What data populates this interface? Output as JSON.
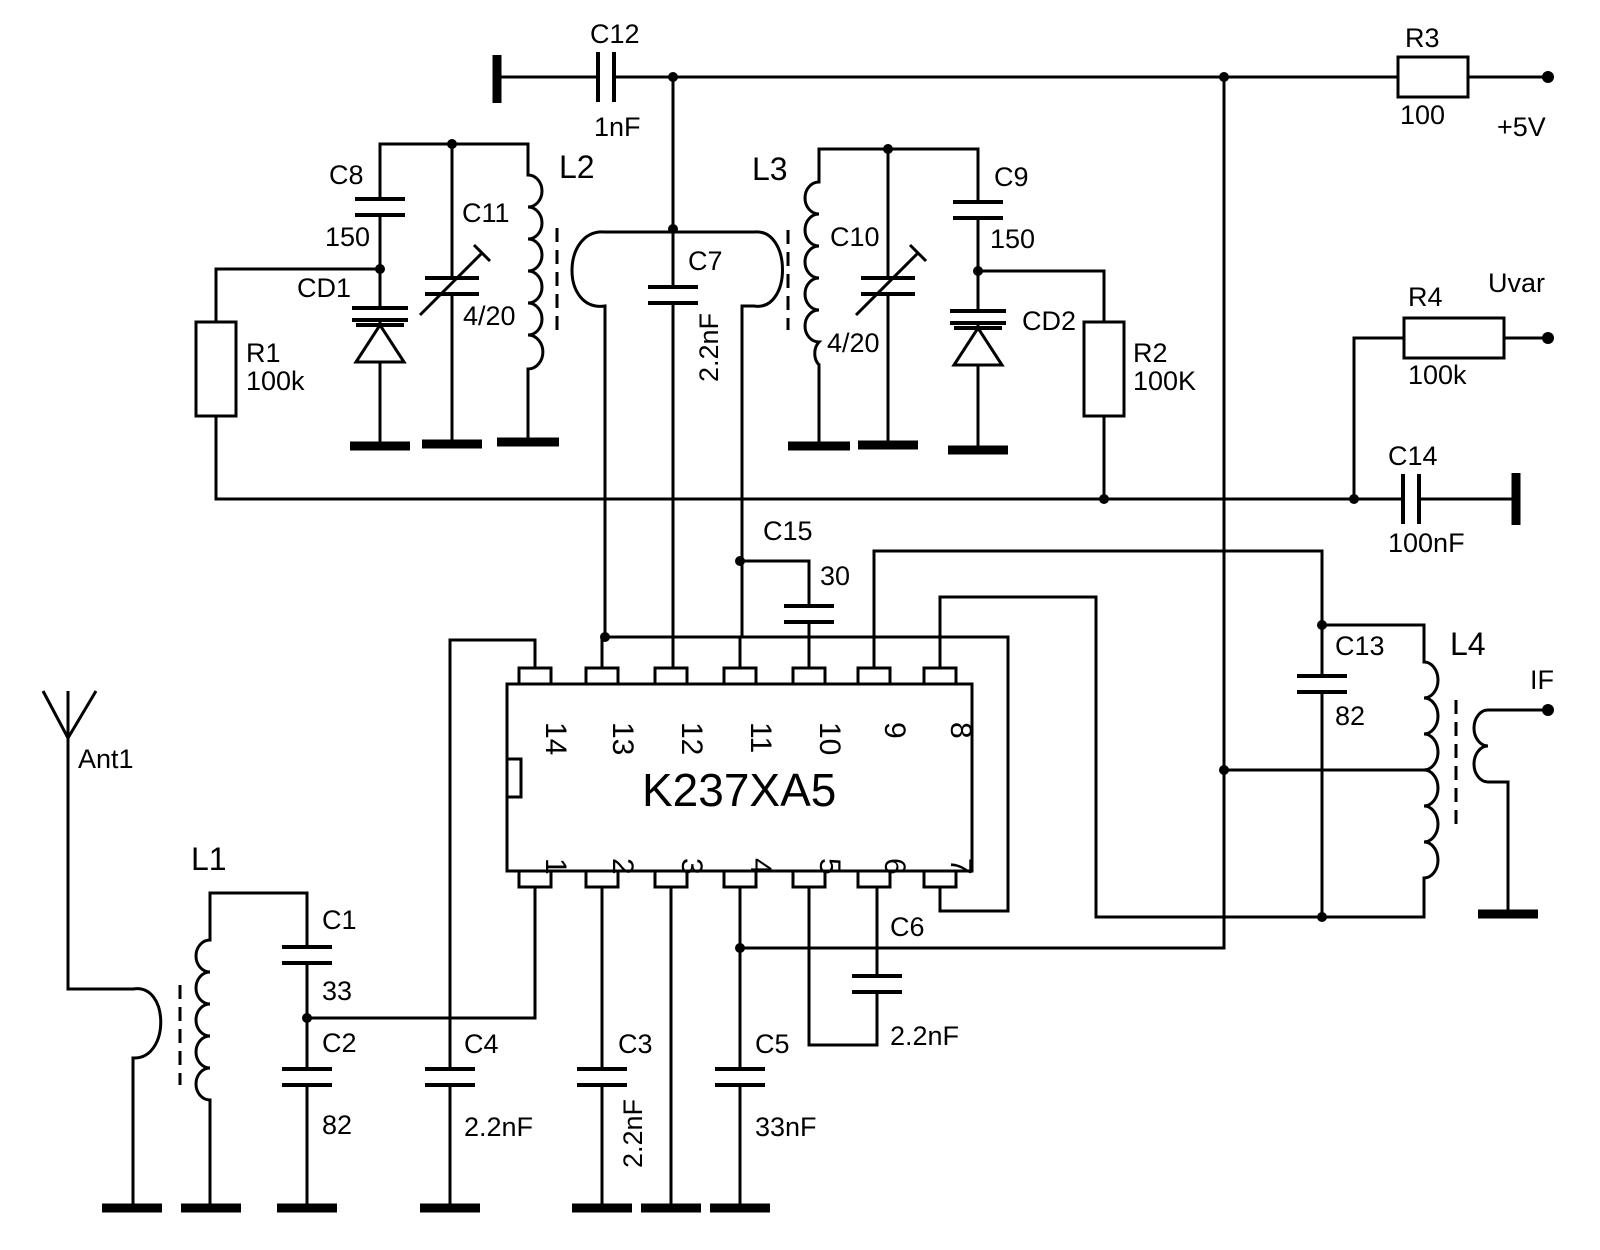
{
  "ic": {
    "part": "K237XA5",
    "pins_top": [
      "14",
      "13",
      "12",
      "11",
      "10",
      "9",
      "8"
    ],
    "pins_bottom": [
      "1",
      "2",
      "3",
      "4",
      "5",
      "6",
      "7"
    ]
  },
  "capacitors": {
    "c1": {
      "ref": "C1",
      "value": "33"
    },
    "c2": {
      "ref": "C2",
      "value": "82"
    },
    "c3": {
      "ref": "C3",
      "value": "2.2nF"
    },
    "c4": {
      "ref": "C4",
      "value": "2.2nF"
    },
    "c5": {
      "ref": "C5",
      "value": "33nF"
    },
    "c6": {
      "ref": "C6",
      "value": "2.2nF"
    },
    "c7": {
      "ref": "C7",
      "value": "2.2nF"
    },
    "c8": {
      "ref": "C8",
      "value": "150"
    },
    "c9": {
      "ref": "C9",
      "value": "150"
    },
    "c10": {
      "ref": "C10",
      "value": "4/20"
    },
    "c11": {
      "ref": "C11",
      "value": "4/20"
    },
    "c12": {
      "ref": "C12",
      "value": "1nF"
    },
    "c13": {
      "ref": "C13",
      "value": "82"
    },
    "c14": {
      "ref": "C14",
      "value": "100nF"
    },
    "c15": {
      "ref": "C15",
      "value": "30"
    }
  },
  "resistors": {
    "r1": {
      "ref": "R1",
      "value": "100k"
    },
    "r2": {
      "ref": "R2",
      "value": "100K"
    },
    "r3": {
      "ref": "R3",
      "value": "100"
    },
    "r4": {
      "ref": "R4",
      "value": "100k"
    }
  },
  "diodes": {
    "cd1": "CD1",
    "cd2": "CD2"
  },
  "inductors": {
    "l1": "L1",
    "l2": "L2",
    "l3": "L3",
    "l4": "L4"
  },
  "antenna": "Ant1",
  "terminals": {
    "supply": "+5V",
    "tuning": "Uvar",
    "output": "IF"
  }
}
